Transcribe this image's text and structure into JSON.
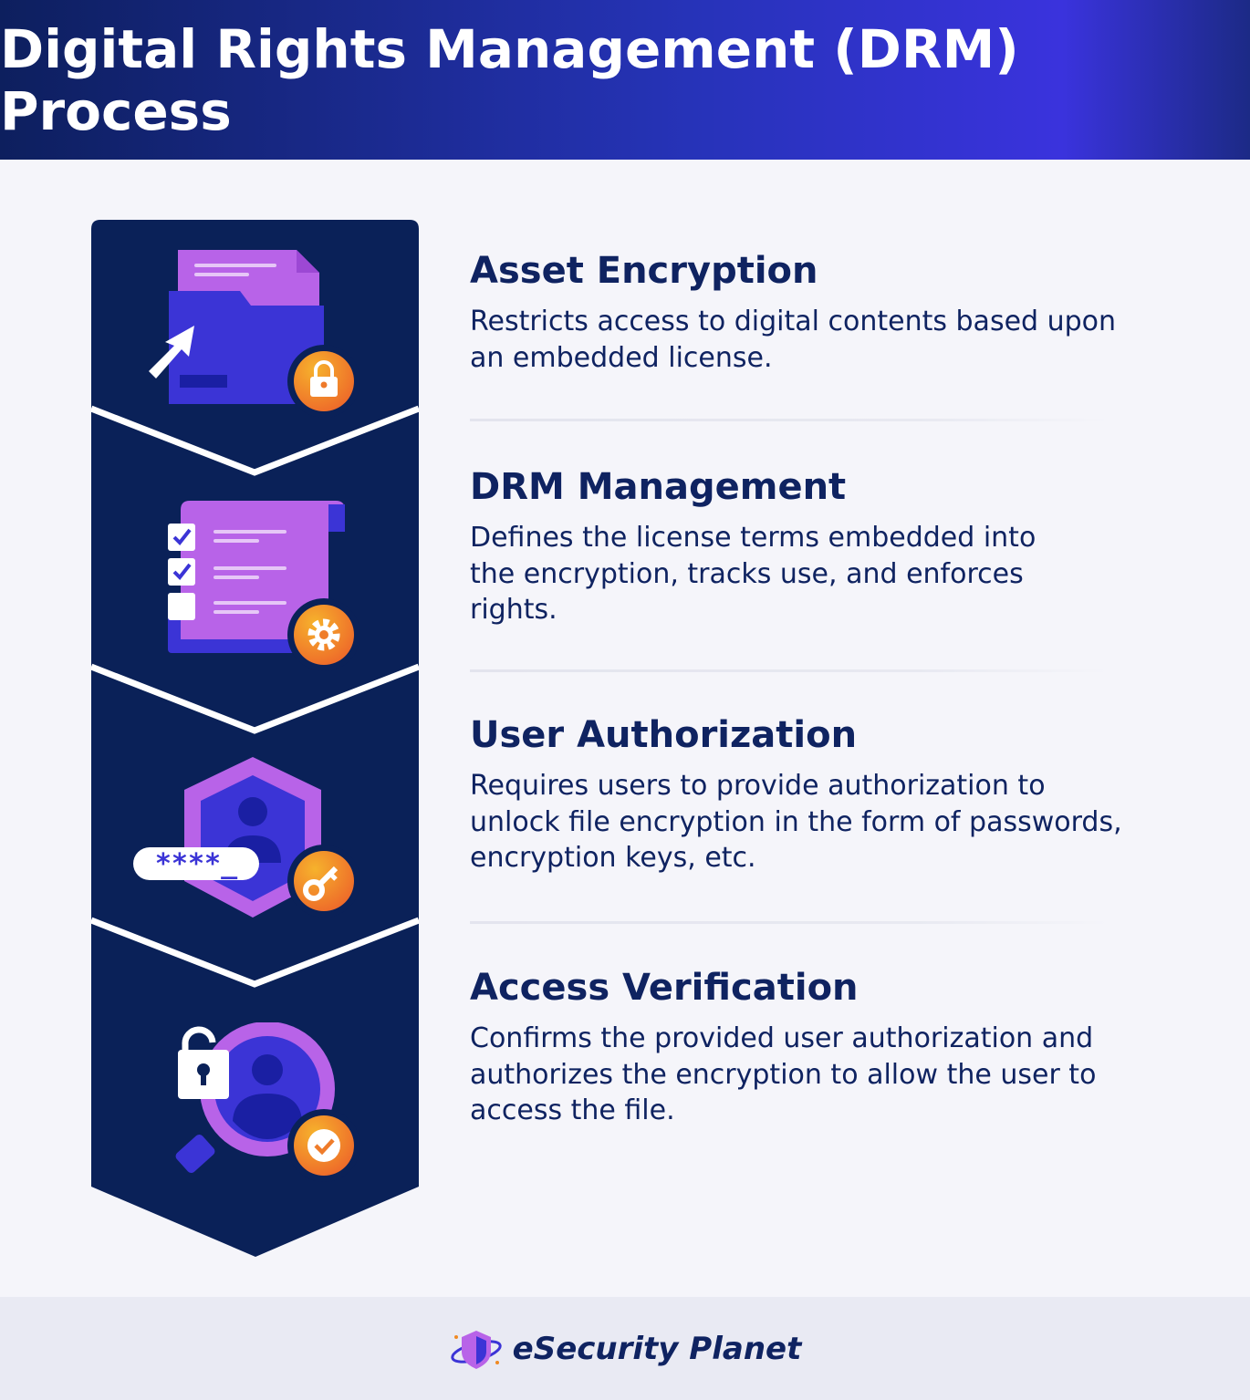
{
  "header": {
    "title": "Digital Rights Management (DRM) Process"
  },
  "steps": [
    {
      "title": "Asset Encryption",
      "description": "Restricts access to digital contents based upon an embedded license.",
      "icon": "folder-lock-icon"
    },
    {
      "title": "DRM Management",
      "description": "Defines the license terms embedded into the encryption, tracks use, and enforces rights.",
      "icon": "checklist-gear-icon"
    },
    {
      "title": "User Authorization",
      "description": "Requires users to provide authorization to unlock file encryption in the form of passwords, encryption keys, etc.",
      "icon": "shield-user-key-icon"
    },
    {
      "title": "Access Verification",
      "description": "Confirms the provided user authorization and authorizes the encryption to allow the user to access the file.",
      "icon": "magnifier-user-verified-icon"
    }
  ],
  "user_auth_icon": {
    "password_text": "****_"
  },
  "footer": {
    "brand": "eSecurity Planet"
  },
  "colors": {
    "navy": "#0a2158",
    "purple": "#b863e8",
    "indigo": "#3b34d6",
    "orange": "#f08a22",
    "text": "#0f2361"
  }
}
